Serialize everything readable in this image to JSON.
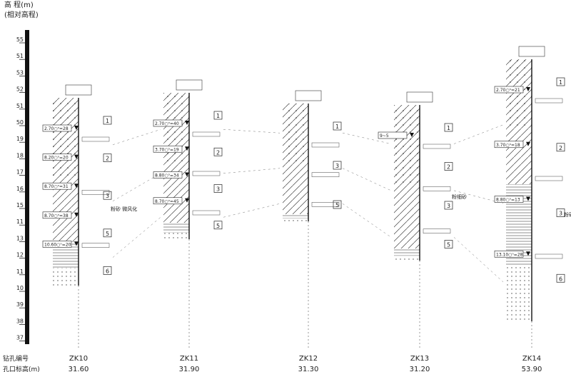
{
  "header": {
    "title": "高 程(m)",
    "subtitle": "(相对高程)"
  },
  "scale_ticks": [
    "55",
    "51",
    "53",
    "52",
    "51",
    "50",
    "19",
    "18",
    "17",
    "16",
    "15",
    "11",
    "13",
    "12",
    "11",
    "10",
    "39",
    "38",
    "37"
  ],
  "footer": {
    "borehole_label": "钻孔编号",
    "elev_label": "孔口标高(m)"
  },
  "boreholes": [
    {
      "id": "ZK10",
      "elev": "31.60",
      "tags": [
        [
          "2.70○ⁿ=28",
          true
        ],
        [
          "8.20○ⁿ=20",
          true
        ],
        [
          "8.70○ⁿ=31",
          true
        ],
        [
          "8.70○ⁿ=38",
          true
        ],
        [
          "10.60○ⁿ=20",
          true
        ]
      ],
      "layers": [
        "1",
        "2",
        "3",
        "5",
        "6"
      ],
      "note": "粉砂 微风化"
    },
    {
      "id": "ZK11",
      "elev": "31.90",
      "tags": [
        [
          "2.70○ⁿ=40",
          true
        ],
        [
          "3.70○ⁿ=19",
          true
        ],
        [
          "8.80○ⁿ=34",
          true
        ],
        [
          "8.70○ⁿ=45",
          true
        ]
      ],
      "layers": [
        "1",
        "2",
        "3",
        "5"
      ],
      "note": ""
    },
    {
      "id": "ZK12",
      "elev": "31.30",
      "tags": [],
      "layers": [
        "1",
        "3",
        "5"
      ],
      "note": ""
    },
    {
      "id": "ZK13",
      "elev": "31.20",
      "tags": [
        [
          "9~5",
          true
        ]
      ],
      "layers": [
        "1",
        "2",
        "3",
        "5"
      ],
      "note": "粉细砂"
    },
    {
      "id": "ZK14",
      "elev": "53.90",
      "tags": [
        [
          "2.70○ⁿ=21",
          true
        ],
        [
          "3.70○ⁿ=18",
          true
        ],
        [
          "8.80○ⁿ=13",
          true
        ],
        [
          "13.10○ⁿ=28",
          true
        ]
      ],
      "layers": [
        "1",
        "2",
        "3",
        "6"
      ],
      "note": "粉砂"
    }
  ]
}
